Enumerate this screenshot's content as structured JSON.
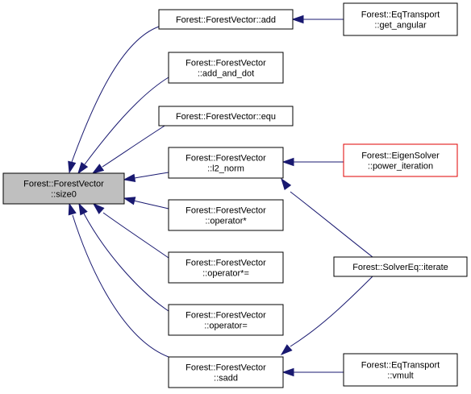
{
  "graph": {
    "edge_color": "#191970",
    "highlight_color": "#e00000",
    "selected_fill": "#bfbfbf",
    "nodes": [
      {
        "id": "size0",
        "lines": [
          "Forest::ForestVector",
          "::size0"
        ],
        "selected": true
      },
      {
        "id": "add",
        "lines": [
          "Forest::ForestVector::add"
        ]
      },
      {
        "id": "get_angular",
        "lines": [
          "Forest::EqTransport",
          "::get_angular"
        ]
      },
      {
        "id": "add_and_dot",
        "lines": [
          "Forest::ForestVector",
          "::add_and_dot"
        ]
      },
      {
        "id": "equ",
        "lines": [
          "Forest::ForestVector::equ"
        ]
      },
      {
        "id": "l2_norm",
        "lines": [
          "Forest::ForestVector",
          "::l2_norm"
        ]
      },
      {
        "id": "power_iter",
        "lines": [
          "Forest::EigenSolver",
          "::power_iteration"
        ],
        "highlight": true
      },
      {
        "id": "op_mul",
        "lines": [
          "Forest::ForestVector",
          "::operator*"
        ]
      },
      {
        "id": "op_muleq",
        "lines": [
          "Forest::ForestVector",
          "::operator*="
        ]
      },
      {
        "id": "op_eq",
        "lines": [
          "Forest::ForestVector",
          "::operator="
        ]
      },
      {
        "id": "sadd",
        "lines": [
          "Forest::ForestVector",
          "::sadd"
        ]
      },
      {
        "id": "iterate",
        "lines": [
          "Forest::SolverEq::iterate"
        ]
      },
      {
        "id": "vmult",
        "lines": [
          "Forest::EqTransport",
          "::vmult"
        ]
      }
    ],
    "edges": [
      {
        "id": "size0-add",
        "from": "add",
        "to": "size0"
      },
      {
        "id": "size0-add_and_dot",
        "from": "add_and_dot",
        "to": "size0"
      },
      {
        "id": "size0-equ",
        "from": "equ",
        "to": "size0"
      },
      {
        "id": "size0-l2_norm",
        "from": "l2_norm",
        "to": "size0"
      },
      {
        "id": "size0-op_mul",
        "from": "op_mul",
        "to": "size0"
      },
      {
        "id": "size0-op_muleq",
        "from": "op_muleq",
        "to": "size0"
      },
      {
        "id": "size0-op_eq",
        "from": "op_eq",
        "to": "size0"
      },
      {
        "id": "size0-sadd",
        "from": "sadd",
        "to": "size0"
      },
      {
        "id": "add-get_angular",
        "from": "get_angular",
        "to": "add"
      },
      {
        "id": "l2_norm-power_iter",
        "from": "power_iter",
        "to": "l2_norm"
      },
      {
        "id": "l2_norm-iterate",
        "from": "iterate",
        "to": "l2_norm"
      },
      {
        "id": "sadd-iterate",
        "from": "iterate",
        "to": "sadd"
      },
      {
        "id": "sadd-vmult",
        "from": "vmult",
        "to": "sadd"
      }
    ]
  }
}
